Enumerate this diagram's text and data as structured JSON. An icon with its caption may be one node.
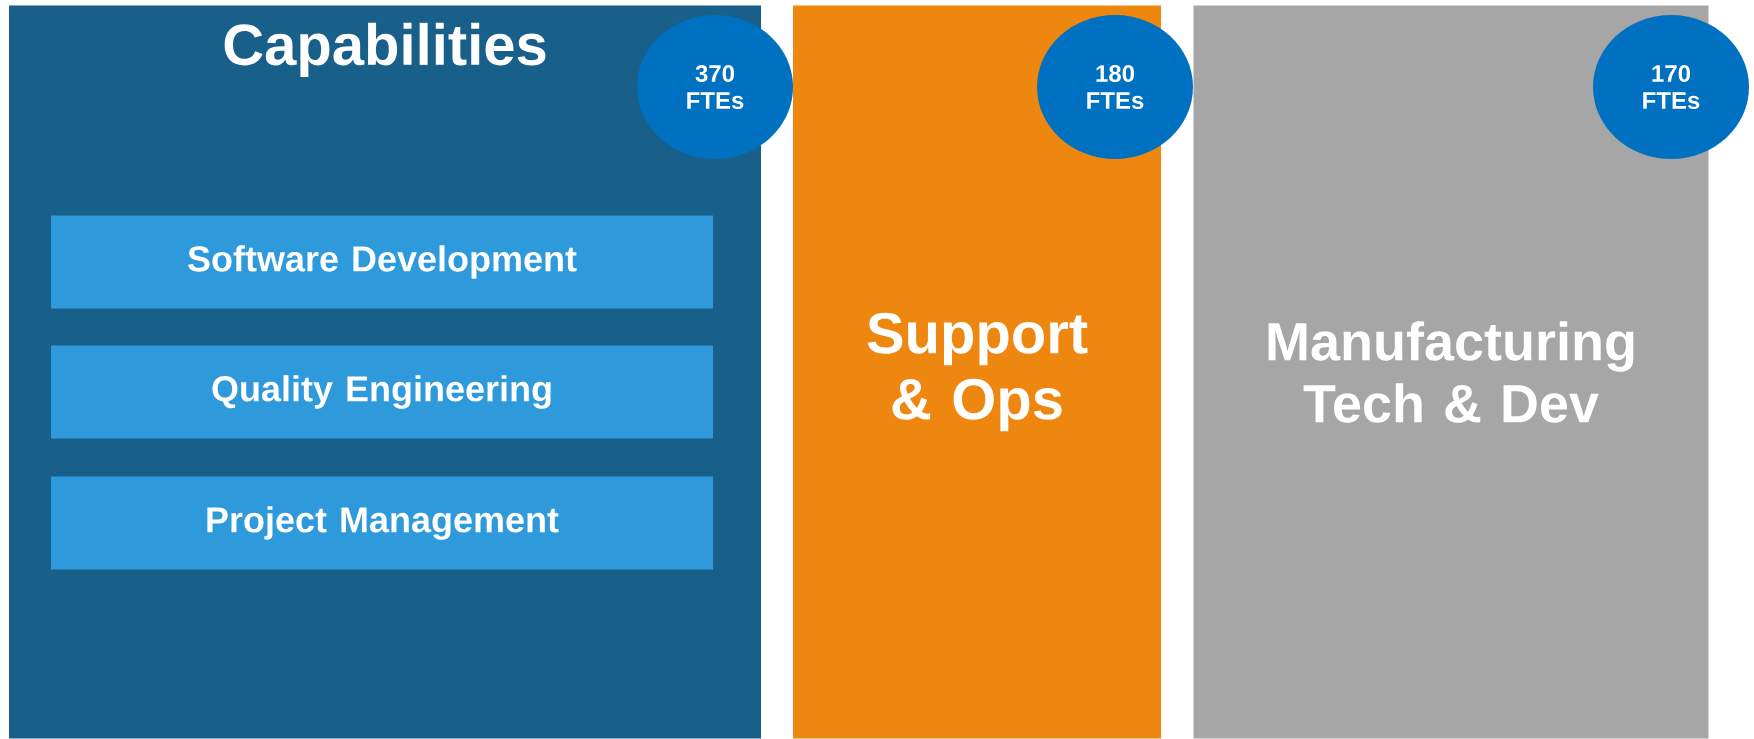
{
  "diagram": {
    "nodes": [
      {
        "text": [
          "Capabilities"
        ]
      },
      {
        "text": [
          "370 FTEs"
        ]
      },
      {
        "text": [
          "Software Development"
        ],
        "in": 0
      },
      {
        "text": [
          "Quality Engineering"
        ],
        "in": 0
      },
      {
        "text": [
          "Project Management"
        ],
        "in": 0
      },
      {
        "text": [
          "Support & Ops"
        ]
      },
      {
        "text": [
          "180 FTEs"
        ]
      },
      {
        "text": [
          "Manufacturing Tech & Dev"
        ]
      },
      {
        "text": [
          "170 FTEs"
        ]
      }
    ]
  }
}
